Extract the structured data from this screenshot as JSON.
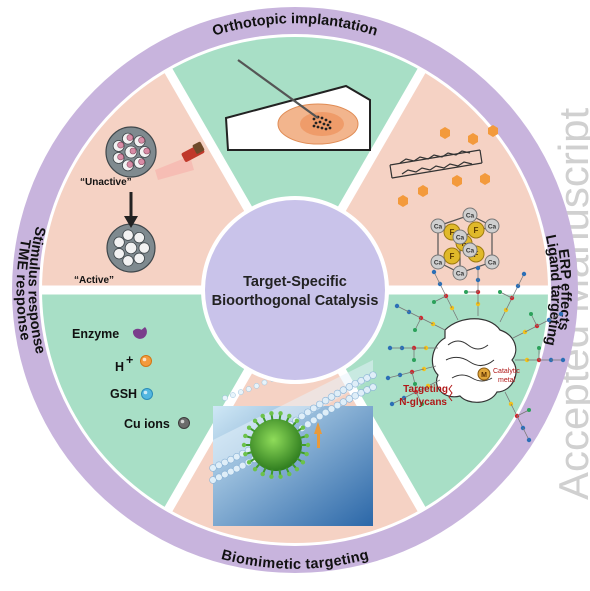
{
  "watermark": "Accepted Manuscript",
  "center": {
    "line1": "Target-Specific",
    "line2": "Bioorthogonal Catalysis"
  },
  "ring_labels": {
    "top": "Orthotopic implantation",
    "top_right": "ERP effects",
    "bottom_right": "Ligand targeting",
    "bottom": "Biomimetic targeting",
    "bottom_left": "TME response",
    "top_left": "Stimulus response"
  },
  "stimulus": {
    "unactive": "“Unactive”",
    "active": "“Active”"
  },
  "tme_items": [
    {
      "label": "Enzyme",
      "icon": "pacman-enzyme-icon",
      "color": "#7a3e8c"
    },
    {
      "label": "H",
      "sup": "+",
      "icon": "orange-ball-icon",
      "color": "#f39a3c"
    },
    {
      "label": "GSH",
      "icon": "blue-ball-icon",
      "color": "#52b6e0"
    },
    {
      "label": "Cu ions",
      "icon": "grey-ball-icon",
      "color": "#6b6b6b"
    }
  ],
  "ligand": {
    "targeting_line1": "Targeting",
    "targeting_line2": "N-glycans",
    "metal_symbol": "M",
    "metal_line1": "Catalytic",
    "metal_line2": "metal"
  },
  "crystal": {
    "ca": "Ca",
    "f": "F"
  },
  "colors": {
    "ring": "#c8b4dd",
    "center": "#c9c3ea",
    "green_sector": "#a8dfc6",
    "peach_sector": "#f5d2c4",
    "label_dark": "#111111"
  }
}
